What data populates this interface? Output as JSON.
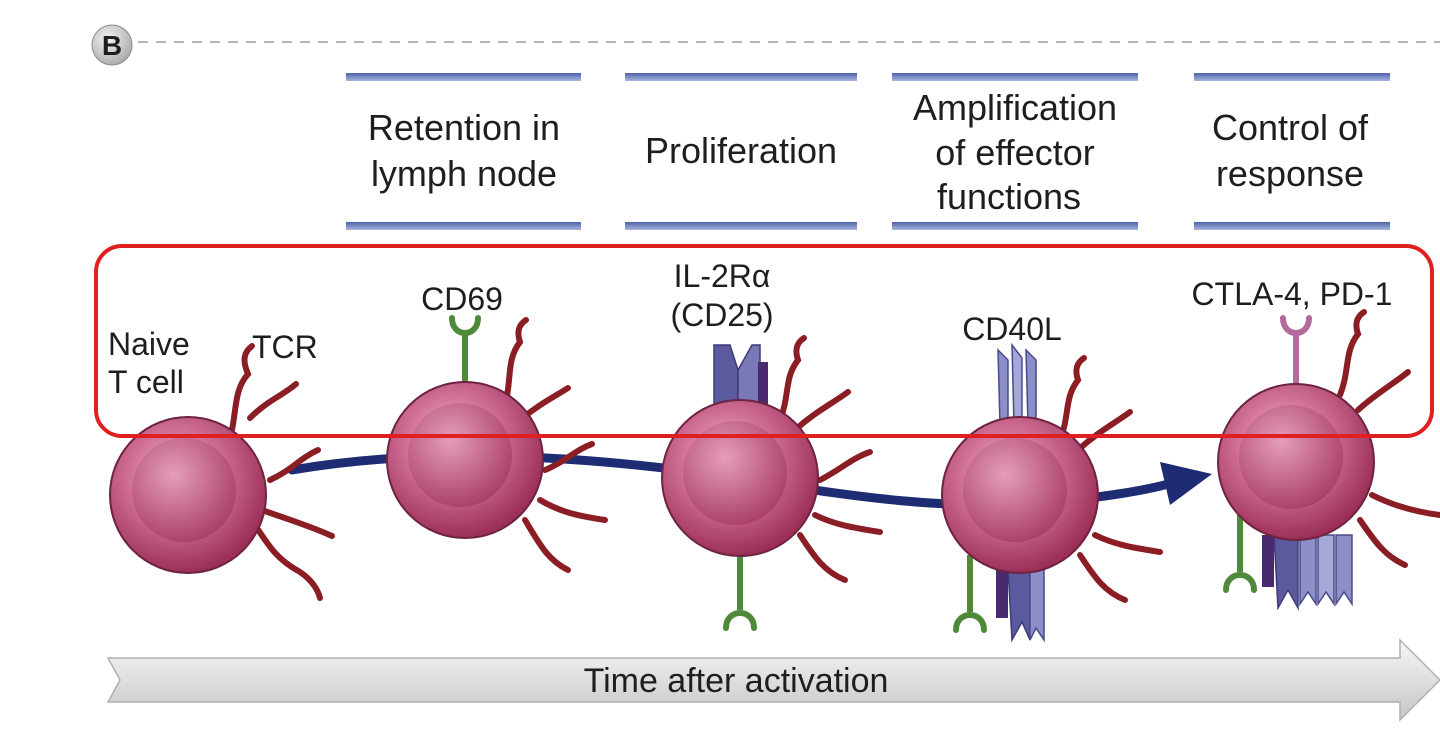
{
  "panel_label": "B",
  "stages": [
    {
      "lines": [
        "Retention in",
        "lymph node"
      ]
    },
    {
      "lines": [
        "Proliferation"
      ]
    },
    {
      "lines": [
        "Amplification",
        "of effector",
        "functions"
      ]
    },
    {
      "lines": [
        "Control of",
        "response"
      ]
    }
  ],
  "cells": [
    {
      "label_lines": [
        "Naive",
        "T cell"
      ],
      "receptor_label": "TCR"
    },
    {
      "marker_lines": [
        "CD69"
      ]
    },
    {
      "marker_lines": [
        "IL-2Rα",
        "(CD25)"
      ]
    },
    {
      "marker_lines": [
        "CD40L"
      ]
    },
    {
      "marker_lines": [
        "CTLA-4, PD-1"
      ]
    }
  ],
  "timeline_label": "Time after activation",
  "colors": {
    "cell": "#b8446d",
    "tcr": "#8a1e24",
    "cd69": "#4f8a3a",
    "il2r": "#5b5a9e",
    "cd40l": "#8d8fc8",
    "ctla4": "#b36a9c",
    "path_arrow": "#1e2c73",
    "highlight_box": "#e02020",
    "stage_bar": "#7f8fc4"
  }
}
